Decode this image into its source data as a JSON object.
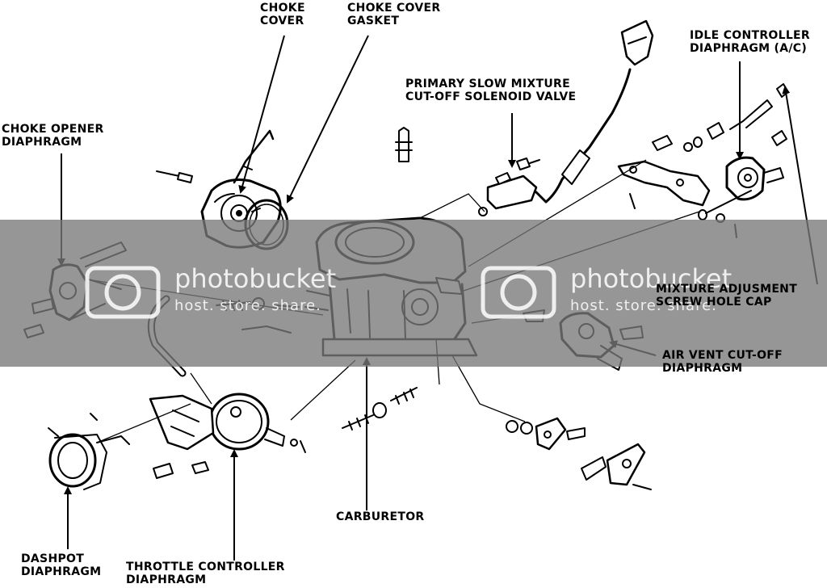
{
  "labels": {
    "choke_cover": [
      "CHOKE",
      "COVER"
    ],
    "choke_cover_gasket": [
      "CHOKE COVER",
      "GASKET"
    ],
    "primary_slow_mixture": [
      "PRIMARY SLOW MIXTURE",
      "CUT-OFF SOLENOID VALVE"
    ],
    "idle_controller": [
      "IDLE CONTROLLER",
      "DIAPHRAGM (A/C)"
    ],
    "choke_opener": [
      "CHOKE OPENER",
      "DIAPHRAGM"
    ],
    "mixture_adjustment": [
      "MIXTURE ADJUSMENT",
      "SCREW HOLE CAP"
    ],
    "air_vent": [
      "AIR VENT CUT-OFF",
      "DIAPHRAGM"
    ],
    "carburetor": "CARBURETOR",
    "dashpot": [
      "DASHPOT",
      "DIAPHRAGM"
    ],
    "throttle_controller": [
      "THROTTLE CONTROLLER",
      "DIAPHRAGM"
    ]
  },
  "watermark": {
    "brand": "photobucket",
    "tagline": "host. store. share."
  }
}
